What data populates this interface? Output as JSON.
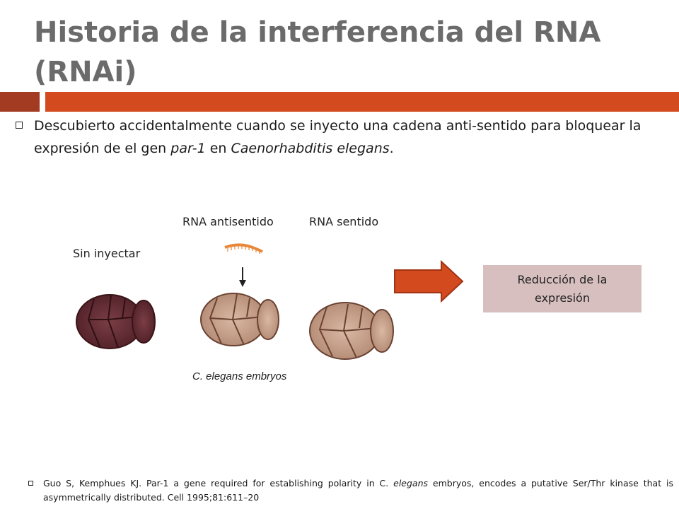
{
  "slide": {
    "title_line1": "Historia de la interferencia del RNA",
    "title_line2": "(RNAi)",
    "accent_colors": {
      "bar_left": "#a33a22",
      "bar_right": "#d24a1e",
      "title": "#6b6b6b",
      "result_box": "#d8bfbf",
      "arrow": "#d24a1e"
    },
    "bullet": {
      "part1": "Descubierto accidentalmente cuando se inyecto una cadena anti-sentido para bloquear la expresión de el gen ",
      "gene": "par-1",
      "part2": " en ",
      "species": "Caenorhabditis elegans",
      "part3": "."
    },
    "figure": {
      "label_antisense": "RNA antisentido",
      "label_sense": "RNA sentido",
      "label_uninjected": "Sin inyectar",
      "caption": "C. elegans embryos"
    },
    "result_box": {
      "line1": "Reducción de la",
      "line2": "expresión"
    },
    "reference": {
      "part1": "Guo S, Kemphues KJ. Par-1 a gene required for establishing polarity in C. ",
      "italic": "elegans",
      "part2": " embryos, encodes a putative Ser/Thr kinase that is asymmetrically distributed. Cell 1995;81:611–20"
    }
  }
}
